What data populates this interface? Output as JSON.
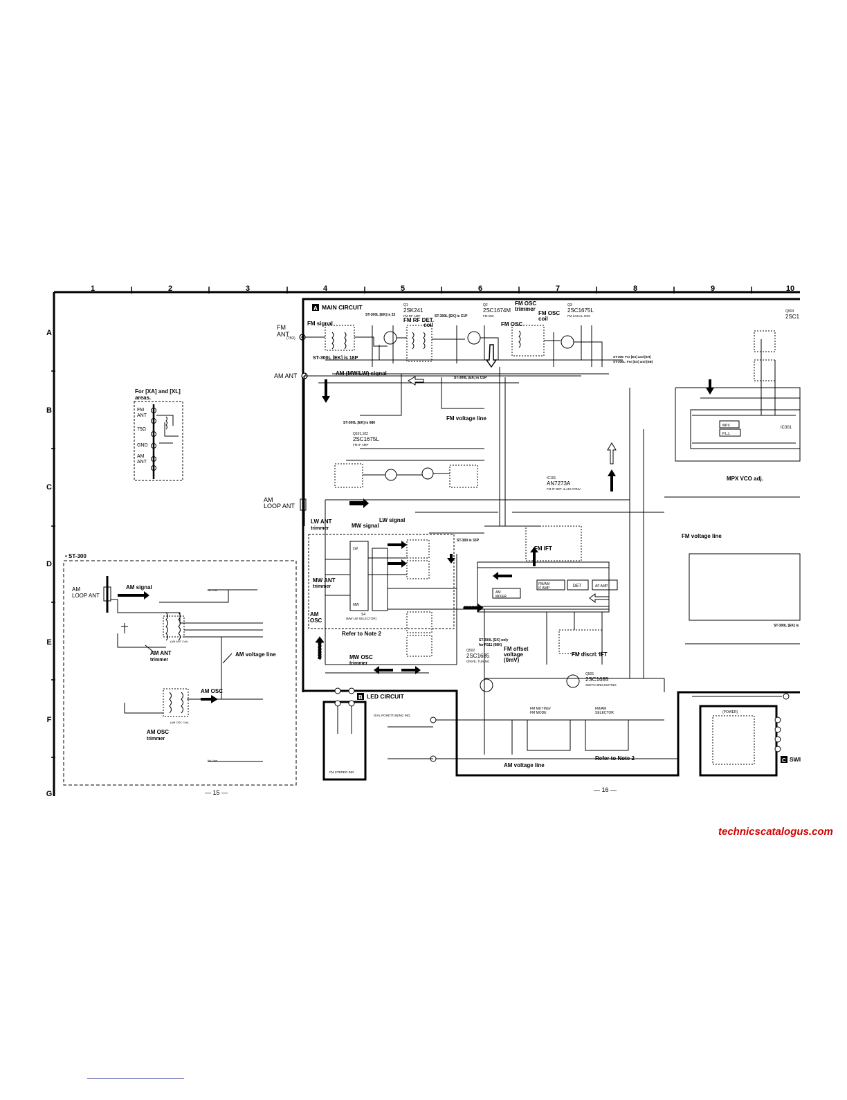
{
  "grid": {
    "columns": [
      "1",
      "2",
      "3",
      "4",
      "5",
      "6",
      "7",
      "8",
      "9",
      "10"
    ],
    "rows": [
      "A",
      "B",
      "C",
      "D",
      "E",
      "F",
      "G"
    ]
  },
  "sections": {
    "main": {
      "letter": "A",
      "title": "MAIN CIRCUIT"
    },
    "led": {
      "letter": "B",
      "title": "LED CIRCUIT"
    },
    "switch": {
      "letter": "C",
      "title": "SWI"
    }
  },
  "antennas": {
    "fm_ant": [
      "FM",
      "ANT"
    ],
    "fm_ohm": "(75Ω)",
    "am_ant": "AM ANT",
    "am_loop": [
      "AM",
      "LOOP ANT"
    ]
  },
  "areas_box": {
    "title": [
      "For [XA] and [XL]",
      "areas."
    ],
    "fm_ant": [
      "FM",
      "ANT"
    ],
    "ohm": "75Ω",
    "gnd": "GND",
    "am_ant": [
      "AM",
      "ANT"
    ]
  },
  "st300_box": {
    "title": "• ST-300",
    "am_loop": [
      "AM",
      "LOOP ANT"
    ],
    "am_signal": "AM signal",
    "am_ant_trimmer": [
      "AM ANT",
      "trimmer"
    ],
    "am_voltage_line": "AM voltage line",
    "am_osc": "AM OSC",
    "am_osc_trimmer": [
      "AM OSC",
      "trimmer"
    ],
    "no_line": "No Line",
    "am_osc_coil": "(AM OSC Coil)",
    "am_ant_coil": "(AM ANT Coil)"
  },
  "transistors": {
    "q1": [
      "Q1",
      "2SK241",
      "FM RF AMP"
    ],
    "q2": [
      "Q2",
      "2SC1674M",
      "FM MIX"
    ],
    "q3": [
      "Q3",
      "2SC1675L",
      "FM LOCAL OSC"
    ],
    "q101": [
      "Q101,102",
      "2SC1675L",
      "FM IF AMP"
    ],
    "q502": [
      "Q502",
      "2SC1685",
      "DRIVE, TUNING"
    ],
    "q501": [
      "Q501",
      "2SC1685",
      "SWITCHING,MUTING"
    ],
    "q503": [
      "Q503",
      "2SC1"
    ],
    "ic101": [
      "IC101",
      "AN7273A",
      "FM IF DET. & AM CONV"
    ]
  },
  "signal_labels": {
    "fm_signal": "FM signal",
    "fm_rf_det_coil": [
      "FM RF DET.",
      "coil"
    ],
    "fm_osc_trimmer": [
      "FM OSC",
      "trimmer"
    ],
    "fm_osc_coil": [
      "FM OSC",
      "coil"
    ],
    "fm_osc": "FM OSC",
    "am_mwlw_signal": "AM (MW/LW) signal",
    "fm_voltage_line": "FM voltage line",
    "fm_voltage_line_2": "FM voltage line",
    "lw_ant_trimmer": [
      "LW ANT",
      "trimmer"
    ],
    "mw_signal": "MW signal",
    "lw_signal": "LW signal",
    "mw_ant_trimmer": [
      "MW ANT",
      "trimmer"
    ],
    "am_osc": [
      "AM",
      "OSC"
    ],
    "refer_note2": "Refer to Note 2",
    "refer_note2_b": "Refer to Note 2",
    "mw_osc_trimmer": [
      "MW OSC",
      "trimmer"
    ],
    "fm_ift": "FM IFT",
    "fm_offset": [
      "FM offset",
      "voltage",
      "(0mV)"
    ],
    "fm_discri_ift": "FM discri. IFT",
    "mpx_vco": "MPX VCO adj.",
    "am_voltage_line": "AM voltage line",
    "dial_pointer": "DIAL POINT/TUNING IND.",
    "fm_stereo_ind": "FM STEREO IND."
  },
  "notes": {
    "st300l_22": "ST-300L [EK] is 22",
    "st300l_c1p": "ST-300L [EK] is C1P",
    "st300l_18p": "ST-300L [EK] is 18P",
    "st300l_c5p": "ST-300L [EK] is C5P",
    "st300l_680": "ST-300L [EK] is 680",
    "st300l_33p": "ST-300 is 33P",
    "st300_eh": "ST-300: For [EX] and [EH]",
    "st300l_eb": "ST-300L: For [EX] and [EB]",
    "st300l_ek_only": "ST-300L [EK] only",
    "for_r111": "for R111 (68K)",
    "st300l_ek": "ST-300L [EK] is"
  },
  "ic_blocks": {
    "fm_if_amp": [
      "FM/AM",
      "IF AMP"
    ],
    "det": "DET",
    "af_amp": "AF AMP",
    "am_mixer": [
      "AM",
      "MIXER"
    ],
    "mpx": "MPX",
    "pll": "P.L.L",
    "ic301": "IC301"
  },
  "switches": {
    "fm_muting": [
      "FM MUTING/",
      "FM MODE"
    ],
    "fm_am_selector": [
      "FM/AM",
      "SELECTOR"
    ],
    "power": "(POWER)",
    "lw_mw": [
      "LW",
      "MW"
    ],
    "s4": [
      "S4",
      "(MW LW SELECTOR)"
    ]
  },
  "page_numbers": {
    "left": "— 15 —",
    "right": "— 16 —"
  },
  "watermark": "technicscatalogus.com"
}
